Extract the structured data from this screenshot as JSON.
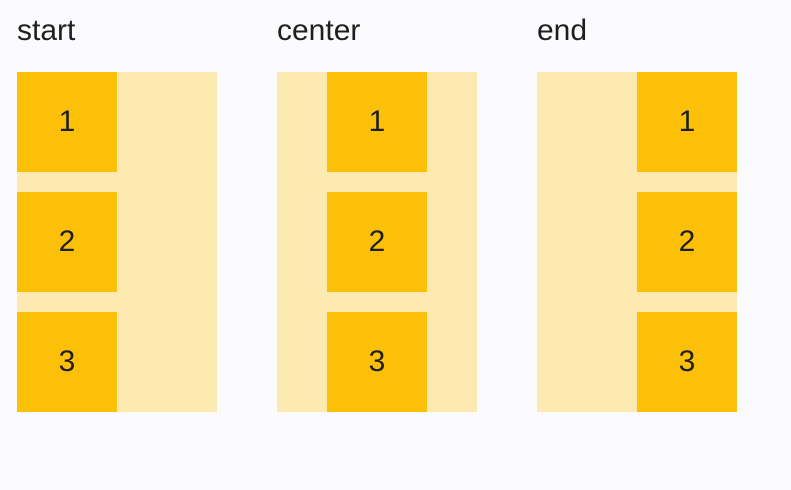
{
  "colors": {
    "page_background": "#FBFBFE",
    "track_color": "#FDEAB1",
    "item_color": "#FDC008",
    "text_color": "#1F1F1F"
  },
  "groups": [
    {
      "label": "start",
      "alignment": "start",
      "items": [
        "1",
        "2",
        "3"
      ]
    },
    {
      "label": "center",
      "alignment": "center",
      "items": [
        "1",
        "2",
        "3"
      ]
    },
    {
      "label": "end",
      "alignment": "end",
      "items": [
        "1",
        "2",
        "3"
      ]
    }
  ]
}
